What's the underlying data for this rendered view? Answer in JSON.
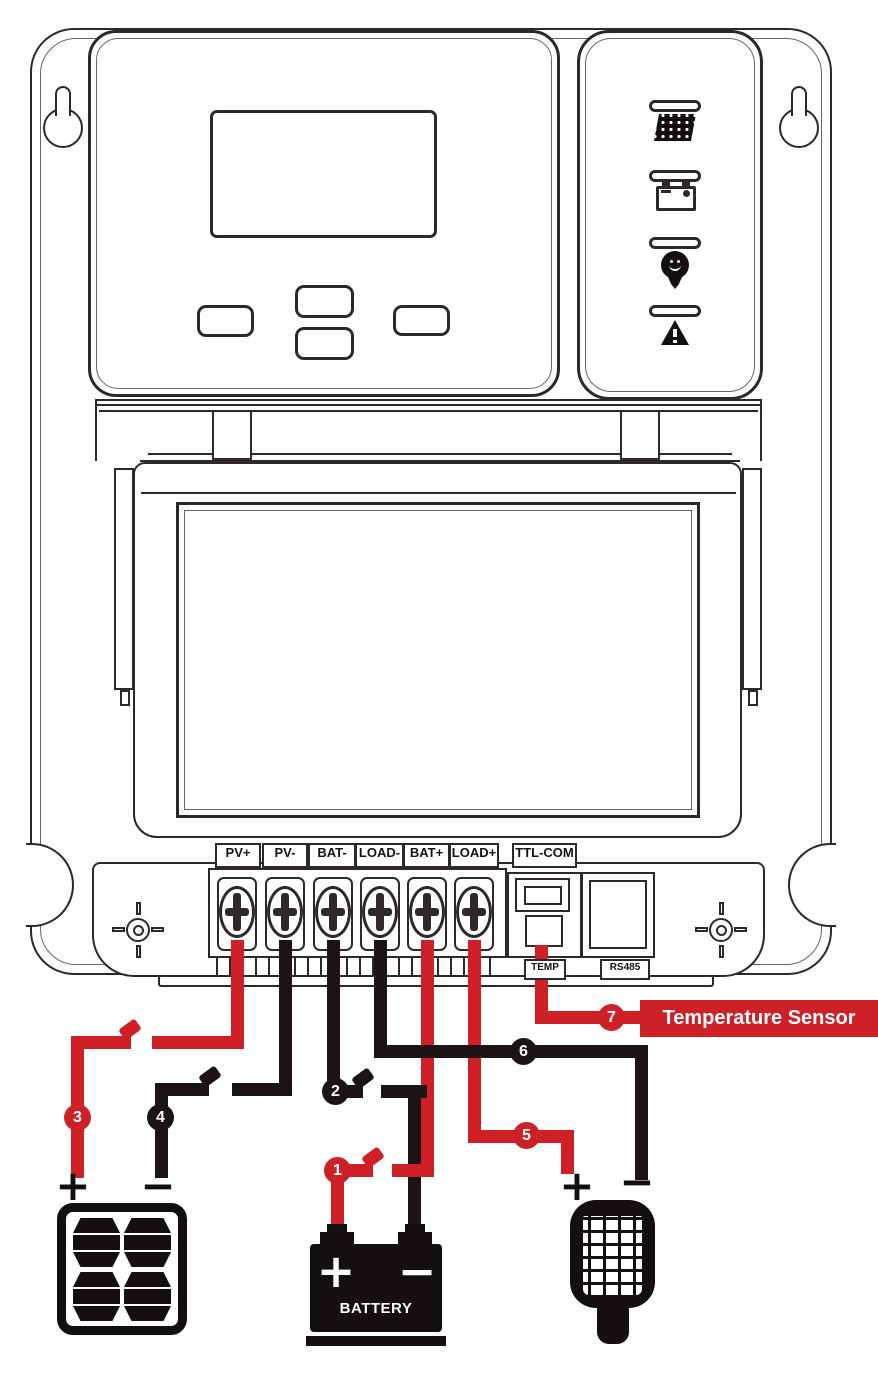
{
  "colors": {
    "outline": "#2e2828",
    "wire_red": "#ce2127",
    "wire_black": "#1c1414",
    "sensor_label_bg": "#ce2127",
    "sensor_label_text": "#ffffff"
  },
  "terminals": {
    "labels": [
      "PV+",
      "PV-",
      "BAT-",
      "LOAD-",
      "BAT+",
      "LOAD+"
    ],
    "ttl_com": "TTL-COM",
    "temp": "TEMP",
    "rs485": "RS485"
  },
  "markers": [
    {
      "number": "1",
      "color": "red"
    },
    {
      "number": "2",
      "color": "black"
    },
    {
      "number": "3",
      "color": "red"
    },
    {
      "number": "4",
      "color": "black"
    },
    {
      "number": "5",
      "color": "red"
    },
    {
      "number": "6",
      "color": "black"
    },
    {
      "number": "7",
      "color": "red"
    }
  ],
  "solar_panel": {
    "plus": "+",
    "minus": "−"
  },
  "battery": {
    "plus": "+",
    "minus": "−",
    "label": "BATTERY"
  },
  "load": {
    "plus": "+",
    "minus": "−"
  },
  "temperature_sensor": {
    "label": "Temperature Sensor"
  },
  "indicators": [
    {
      "name": "pv-array"
    },
    {
      "name": "battery"
    },
    {
      "name": "load"
    },
    {
      "name": "fault"
    }
  ]
}
